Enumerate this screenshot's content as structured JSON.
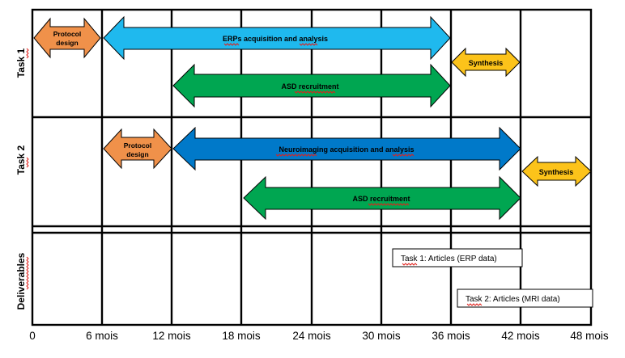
{
  "rows": [
    {
      "label": "Task 1"
    },
    {
      "label": "Task 2"
    },
    {
      "label": "Deliverables"
    }
  ],
  "timeline": {
    "ticks": [
      "0",
      "6 mois",
      "12 mois",
      "18 mois",
      "24 mois",
      "30 mois",
      "36 mois",
      "42 mois",
      "48 mois"
    ]
  },
  "colors": {
    "protocol": "#f0914a",
    "erp": "#1fb9ee",
    "recruitment": "#00a651",
    "neuroimaging": "#0079c9",
    "synthesis": "#fcc31a"
  },
  "task1": {
    "protocol": "Protocol design",
    "erp": "ERPs acquisition and analysis",
    "recruitment": "ASD recruitment",
    "synthesis": "Synthesis"
  },
  "task2": {
    "protocol": "Protocol design",
    "neuroimaging": "Neuroimaging acquisition and analysis",
    "recruitment": "ASD recruitment",
    "synthesis": "Synthesis"
  },
  "deliverables": {
    "task1": "Task 1: Articles (ERP data)",
    "task2": "Task 2: Articles (MRI data)"
  }
}
